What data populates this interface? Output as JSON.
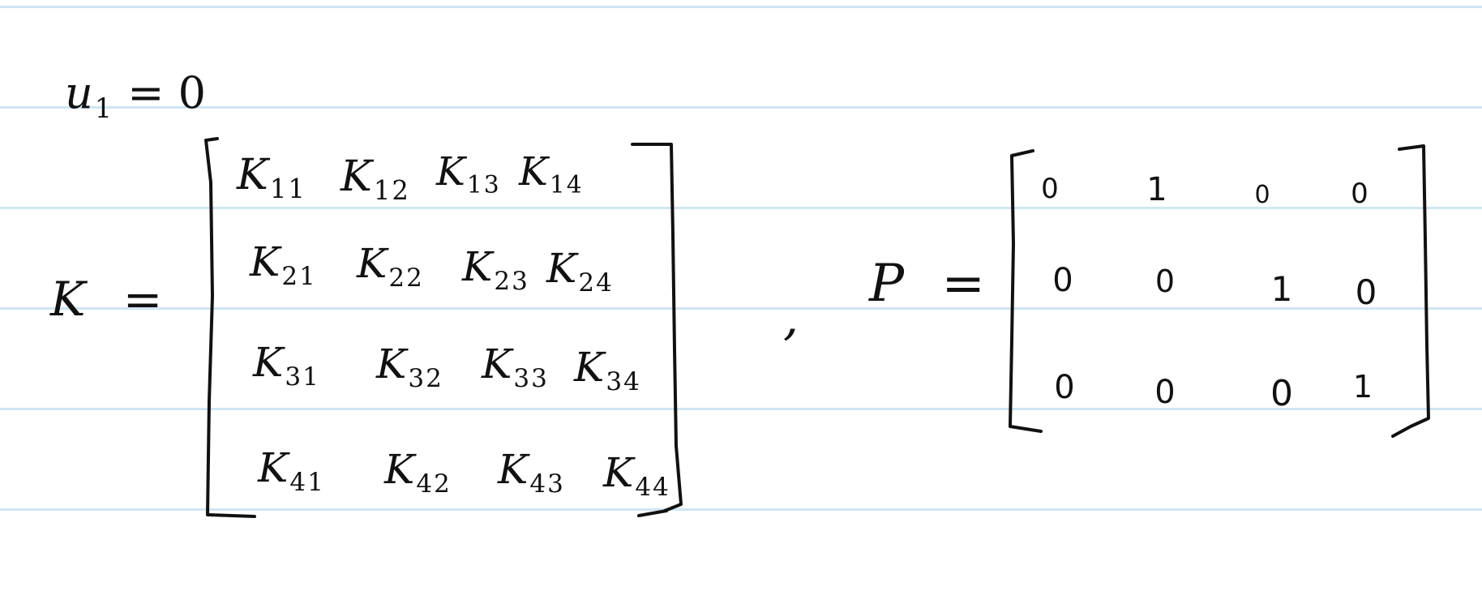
{
  "note": {
    "constraint": {
      "lhs": "u",
      "lhs_sub": "1",
      "eq": "=",
      "rhs": "0"
    },
    "k_matrix": {
      "label": "K",
      "eq": "=",
      "symbol": "K",
      "rows": [
        [
          "11",
          "12",
          "13",
          "14"
        ],
        [
          "21",
          "22",
          "23",
          "24"
        ],
        [
          "31",
          "32",
          "33",
          "34"
        ],
        [
          "41",
          "42",
          "43",
          "44"
        ]
      ]
    },
    "separator": ",",
    "p_matrix": {
      "label": "P",
      "eq": "=",
      "rows": [
        [
          "0",
          "1",
          "0",
          "0"
        ],
        [
          "0",
          "0",
          "1",
          "0"
        ],
        [
          "0",
          "0",
          "0",
          "1"
        ]
      ]
    }
  }
}
